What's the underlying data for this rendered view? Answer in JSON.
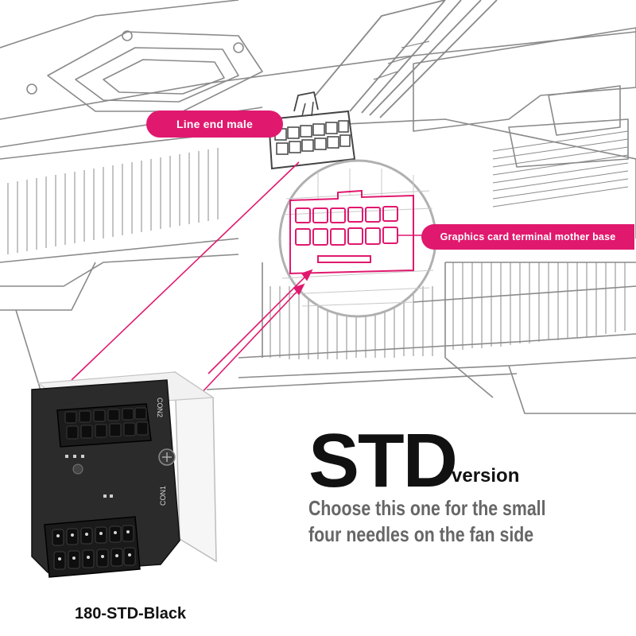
{
  "labels": {
    "line_end_male": "Line end male",
    "terminal_base": "Graphics card terminal mother base"
  },
  "heading": {
    "std": "STD",
    "version": "version"
  },
  "description": {
    "line1": "Choose this one for the small",
    "line2": "four needles on the fan side"
  },
  "model": "180-STD-Black",
  "adapter": {
    "con2_label": "CON2",
    "con1_label": "CON1"
  },
  "colors": {
    "accent": "#e0196e",
    "line_art": "#888888",
    "adapter_body": "#2a2a2a"
  }
}
